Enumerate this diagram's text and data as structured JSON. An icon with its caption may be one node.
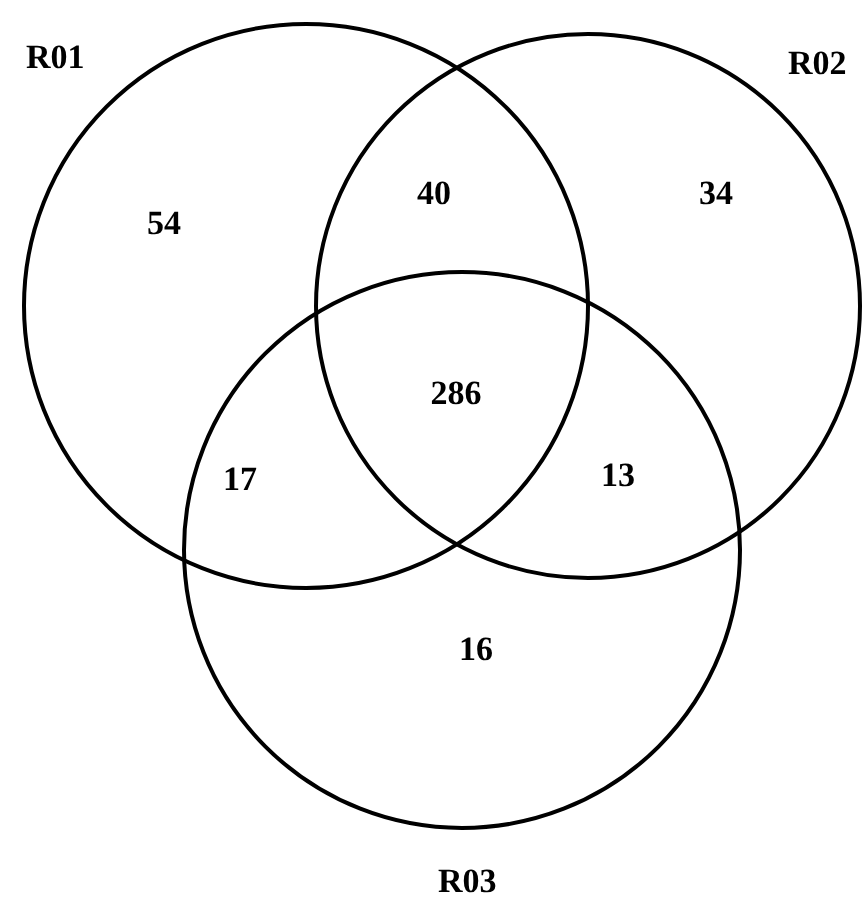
{
  "diagram": {
    "nodes": [
      {
        "text": [
          "R01"
        ]
      },
      {
        "text": [
          "R02"
        ]
      },
      {
        "text": [
          "R03"
        ]
      }
    ],
    "labels": [
      "54",
      "40",
      "34",
      "286",
      "17",
      "13",
      "16"
    ]
  }
}
